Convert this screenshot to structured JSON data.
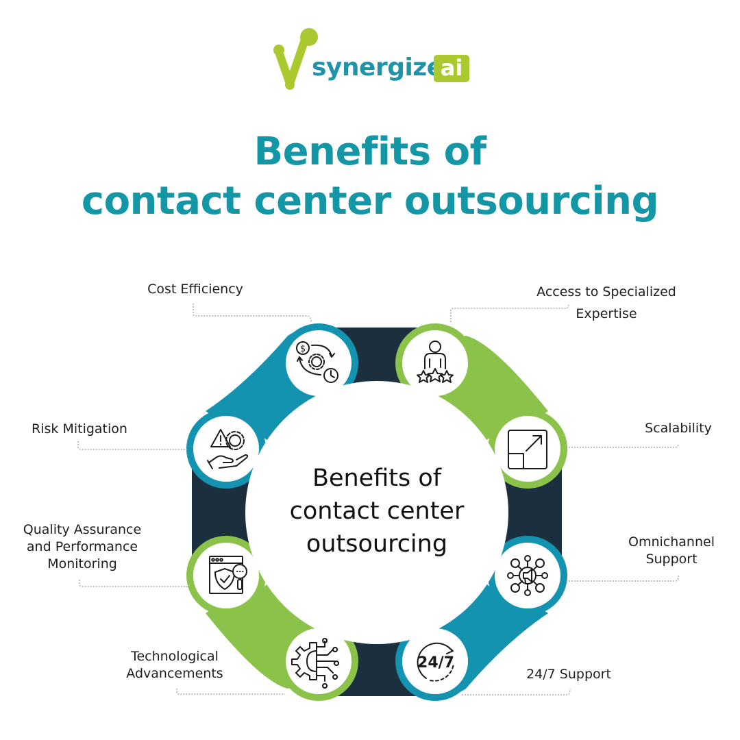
{
  "logo": {
    "brand": "synergize.",
    "suffix": "ai",
    "mark_color": "#a9c92e",
    "text_color": "#1f93a8"
  },
  "title": {
    "line1": "Benefits of",
    "line2": "contact center outsourcing",
    "color": "#1396a6"
  },
  "center": {
    "line1": "Benefits of",
    "line2": "contact center",
    "line3": "outsourcing"
  },
  "colors": {
    "teal": "#1493b0",
    "green": "#8bc34a",
    "navy": "#1c2f3e"
  },
  "benefits": [
    {
      "label": "Cost Efficiency",
      "icon": "money-gear-clock-icon"
    },
    {
      "label": "Access to Specialized Expertise",
      "line1": "Access to Specialized",
      "line2": "Expertise",
      "icon": "person-stars-icon"
    },
    {
      "label": "Risk Mitigation",
      "icon": "warning-hand-gear-icon"
    },
    {
      "label": "Scalability",
      "icon": "resize-arrow-icon"
    },
    {
      "label": "Quality Assurance and Performance Monitoring",
      "line1": "Quality Assurance",
      "line2": "and Performance",
      "line3": "Monitoring",
      "icon": "shield-check-magnifier-icon"
    },
    {
      "label": "Omnichannel Support",
      "line1": "Omnichannel",
      "line2": "Support",
      "icon": "megaphone-network-icon"
    },
    {
      "label": "Technological Advancements",
      "line1": "Technological",
      "line2": "Advancements",
      "icon": "gear-circuit-icon"
    },
    {
      "label": "24/7 Support",
      "icon": "clock-24-7-icon",
      "icon_text": "24/7"
    }
  ]
}
